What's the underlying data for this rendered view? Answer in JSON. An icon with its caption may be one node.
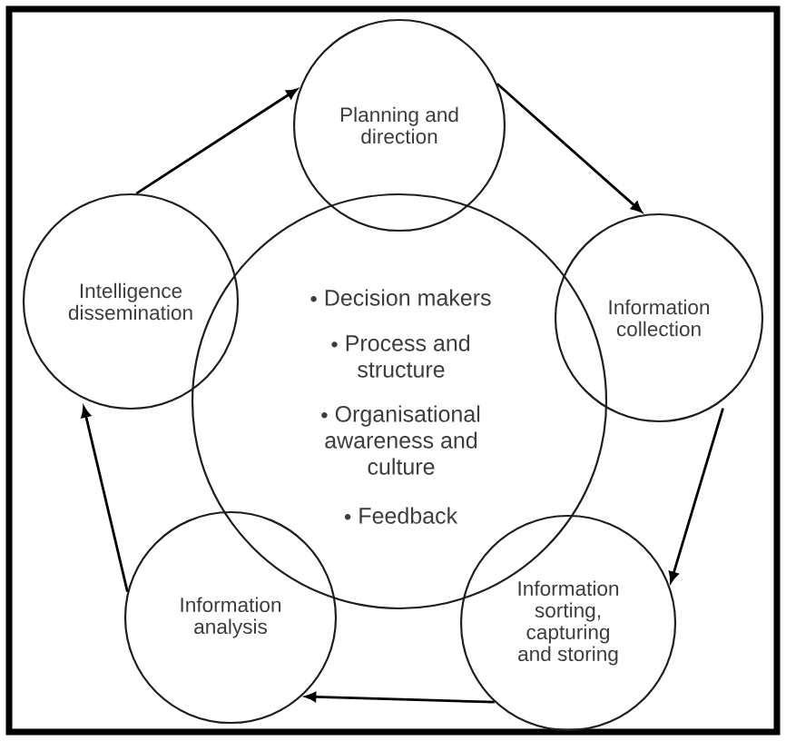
{
  "diagram": {
    "nodes": [
      {
        "text": [
          "Planning and direction"
        ]
      },
      {
        "text": [
          "Information collection"
        ]
      },
      {
        "text": [
          "Information sorting, capturing and storing"
        ]
      },
      {
        "text": [
          "Information analysis"
        ]
      },
      {
        "text": [
          "Intelligence dissemination"
        ]
      },
      {
        "text": [
          "Decision makers",
          "Process and structure",
          "Organisational awareness and culture",
          "Feedback"
        ]
      }
    ],
    "edges": [
      {
        "from": 4,
        "to": 0,
        "arrow": "to"
      },
      {
        "from": 0,
        "to": 1,
        "arrow": "to"
      },
      {
        "from": 1,
        "to": 2,
        "arrow": "to"
      },
      {
        "from": 2,
        "to": 3,
        "arrow": "to"
      },
      {
        "from": 3,
        "to": 4,
        "arrow": "to"
      }
    ]
  }
}
